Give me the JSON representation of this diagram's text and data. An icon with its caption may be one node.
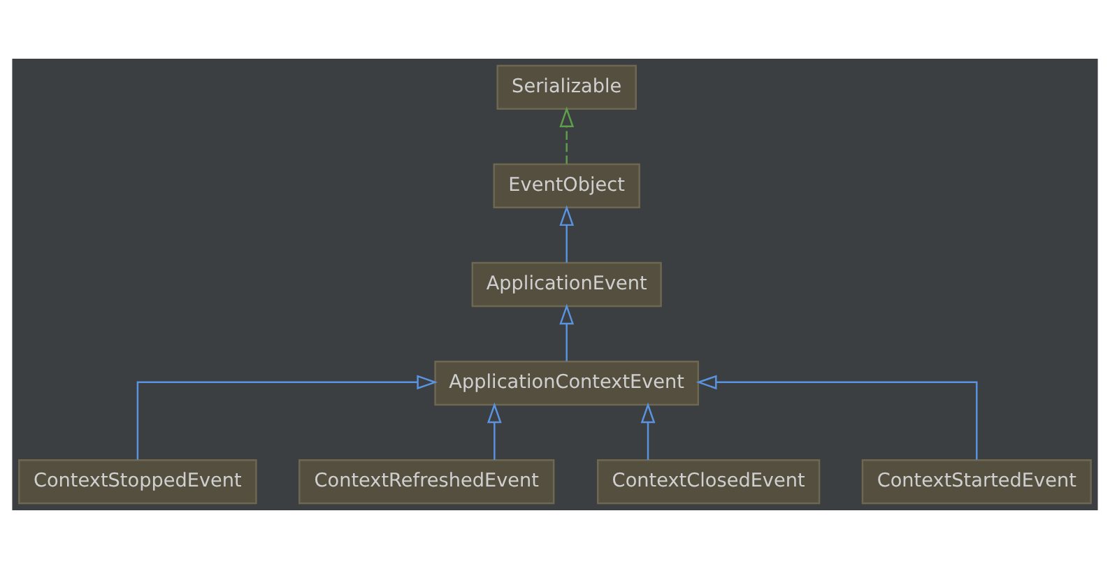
{
  "diagram": {
    "nodes": [
      {
        "text": [
          "Serializable"
        ]
      },
      {
        "text": [
          "EventObject"
        ]
      },
      {
        "text": [
          "ApplicationEvent"
        ]
      },
      {
        "text": [
          "ApplicationContextEvent"
        ]
      },
      {
        "text": [
          "ContextStoppedEvent"
        ]
      },
      {
        "text": [
          "ContextRefreshedEvent"
        ]
      },
      {
        "text": [
          "ContextClosedEvent"
        ]
      },
      {
        "text": [
          "ContextStartedEvent"
        ]
      }
    ],
    "edges": [
      {
        "from": 1,
        "to": 0,
        "arrow": "to",
        "style": "dashed",
        "color": "#5f9e4a"
      },
      {
        "from": 2,
        "to": 1,
        "arrow": "to"
      },
      {
        "from": 3,
        "to": 2,
        "arrow": "to"
      },
      {
        "from": 4,
        "to": 3,
        "arrow": "to"
      },
      {
        "from": 5,
        "to": 3,
        "arrow": "to"
      },
      {
        "from": 6,
        "to": 3,
        "arrow": "to"
      },
      {
        "from": 7,
        "to": 3,
        "arrow": "to"
      }
    ]
  }
}
